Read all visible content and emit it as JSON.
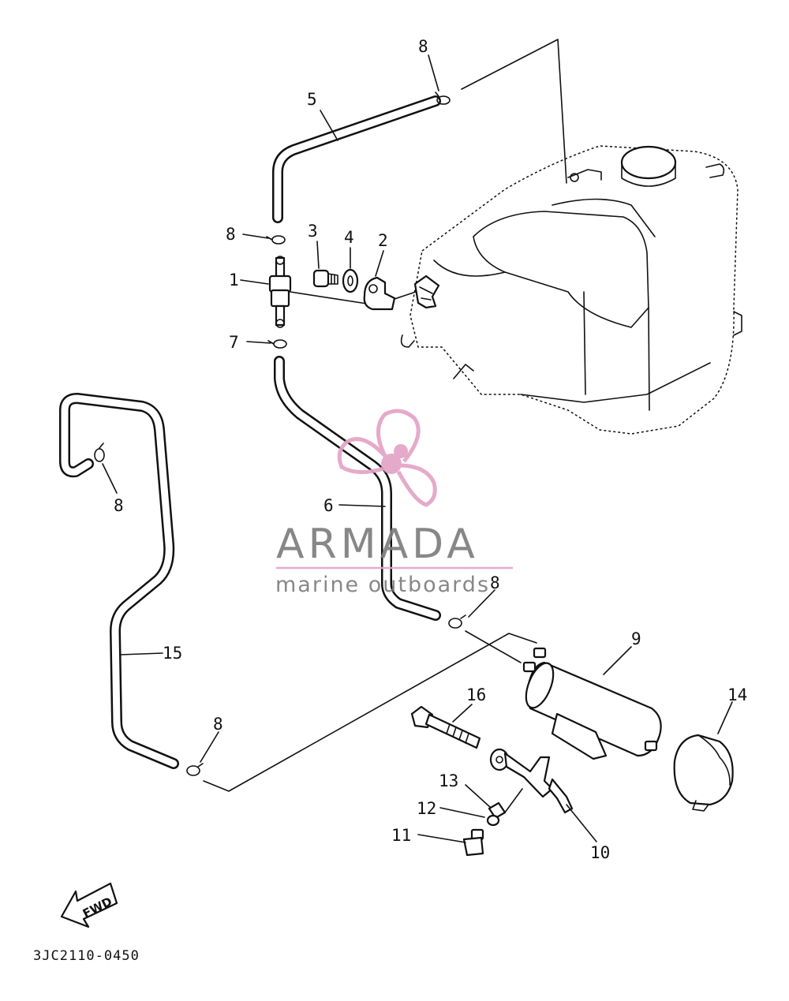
{
  "watermark": {
    "brand": "ARMADA",
    "tagline": "marine outboards",
    "colors": {
      "logo": "#e3a3c6",
      "text": "#7d7d7d"
    }
  },
  "part_labels": {
    "p1": "1",
    "p2": "2",
    "p3": "3",
    "p4": "4",
    "p5": "5",
    "p6": "6",
    "p7": "7",
    "p8a": "8",
    "p8b": "8",
    "p8c": "8",
    "p8d": "8",
    "p8e": "8",
    "p9": "9",
    "p10": "10",
    "p11": "11",
    "p12": "12",
    "p13": "13",
    "p14": "14",
    "p15": "15",
    "p16": "16"
  },
  "fwd_label": "FWD",
  "diagram_code": "3JC2110-0450"
}
